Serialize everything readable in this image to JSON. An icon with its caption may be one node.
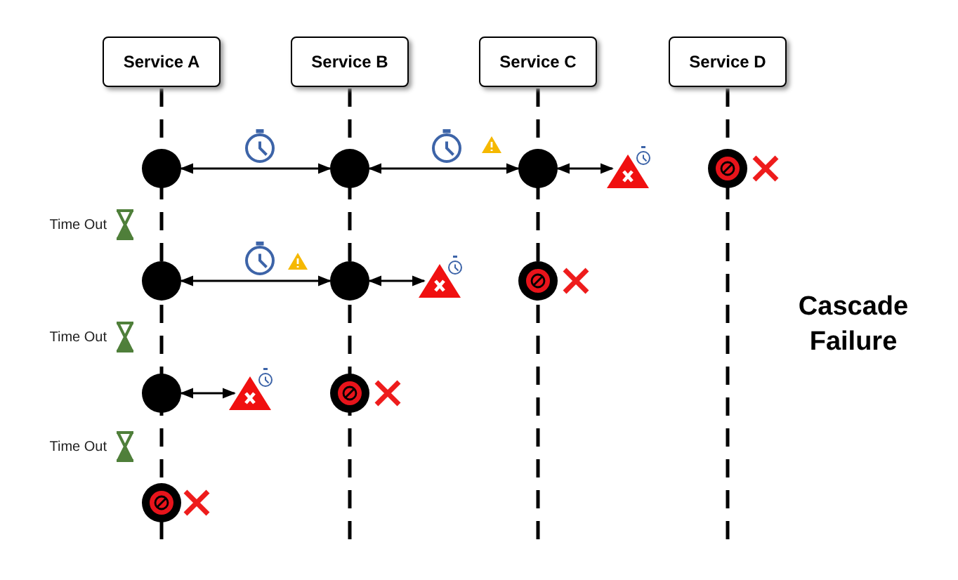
{
  "diagram": {
    "title": "Cascade Failure",
    "nodes": [
      {
        "text": [
          "Service A"
        ]
      },
      {
        "text": [
          "Service B"
        ]
      },
      {
        "text": [
          "Service C"
        ]
      },
      {
        "text": [
          "Service D"
        ]
      },
      {
        "text": [],
        "shape": "circle"
      },
      {
        "text": [],
        "shape": "circle"
      },
      {
        "text": [],
        "shape": "circle"
      },
      {
        "text": [],
        "shape": "triangle"
      },
      {
        "text": [],
        "shape": "circle"
      },
      {
        "text": [],
        "shape": "circle"
      },
      {
        "text": [],
        "shape": "circle"
      },
      {
        "text": [],
        "shape": "triangle"
      },
      {
        "text": [],
        "shape": "circle"
      },
      {
        "text": [],
        "shape": "circle"
      },
      {
        "text": [],
        "shape": "triangle"
      },
      {
        "text": [],
        "shape": "circle"
      },
      {
        "text": [],
        "shape": "circle"
      }
    ],
    "edges": [
      {
        "from": 4,
        "to": 5,
        "arrow": "both"
      },
      {
        "from": 5,
        "to": 6,
        "arrow": "both"
      },
      {
        "from": 6,
        "to": 7,
        "arrow": "both"
      },
      {
        "from": 9,
        "to": 10,
        "arrow": "both"
      },
      {
        "from": 10,
        "to": 11,
        "arrow": "both"
      },
      {
        "from": 13,
        "to": 14,
        "arrow": "both"
      }
    ],
    "labels": [
      "Time Out",
      "Time Out",
      "Time Out"
    ]
  }
}
